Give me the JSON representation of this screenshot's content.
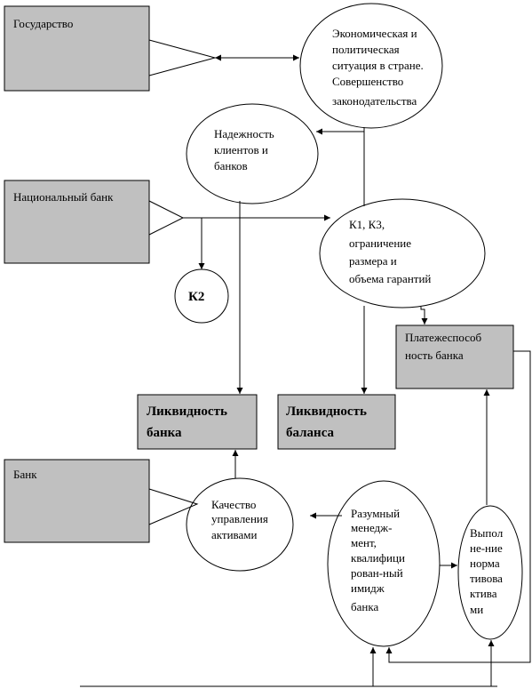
{
  "nodes": {
    "gosudarstvo": "Государство",
    "natsbank": "Национальный банк",
    "bank": "Банк",
    "likv_banka": [
      "Ликвидность",
      "банка"
    ],
    "likv_balansa": [
      "Ликвидность",
      "баланса"
    ],
    "platezh": [
      "Платежеспособ",
      "ность банка"
    ],
    "econ": [
      "Экономическая и",
      "политическая",
      "ситуация в стране.",
      "Совершенство",
      "законодательства"
    ],
    "nadezhnost": [
      "Надежность",
      "клиентов и",
      "банков"
    ],
    "k1k3": [
      "К1, К3,",
      "ограничение",
      "размера и",
      "объема гарантий"
    ],
    "k2": "К2",
    "kachestvo": [
      "Качество",
      "управления",
      "активами"
    ],
    "razumny": [
      "Разумный",
      "менедж-",
      "мент,",
      "квалифици",
      "рован-ный",
      "имидж",
      "банка"
    ],
    "vypolnenie": [
      "Выпол",
      "не-ние",
      "норма",
      "тивова",
      "ктива",
      "ми"
    ]
  },
  "colors": {
    "box_fill": "#c0c0c0",
    "stroke": "#000000"
  }
}
